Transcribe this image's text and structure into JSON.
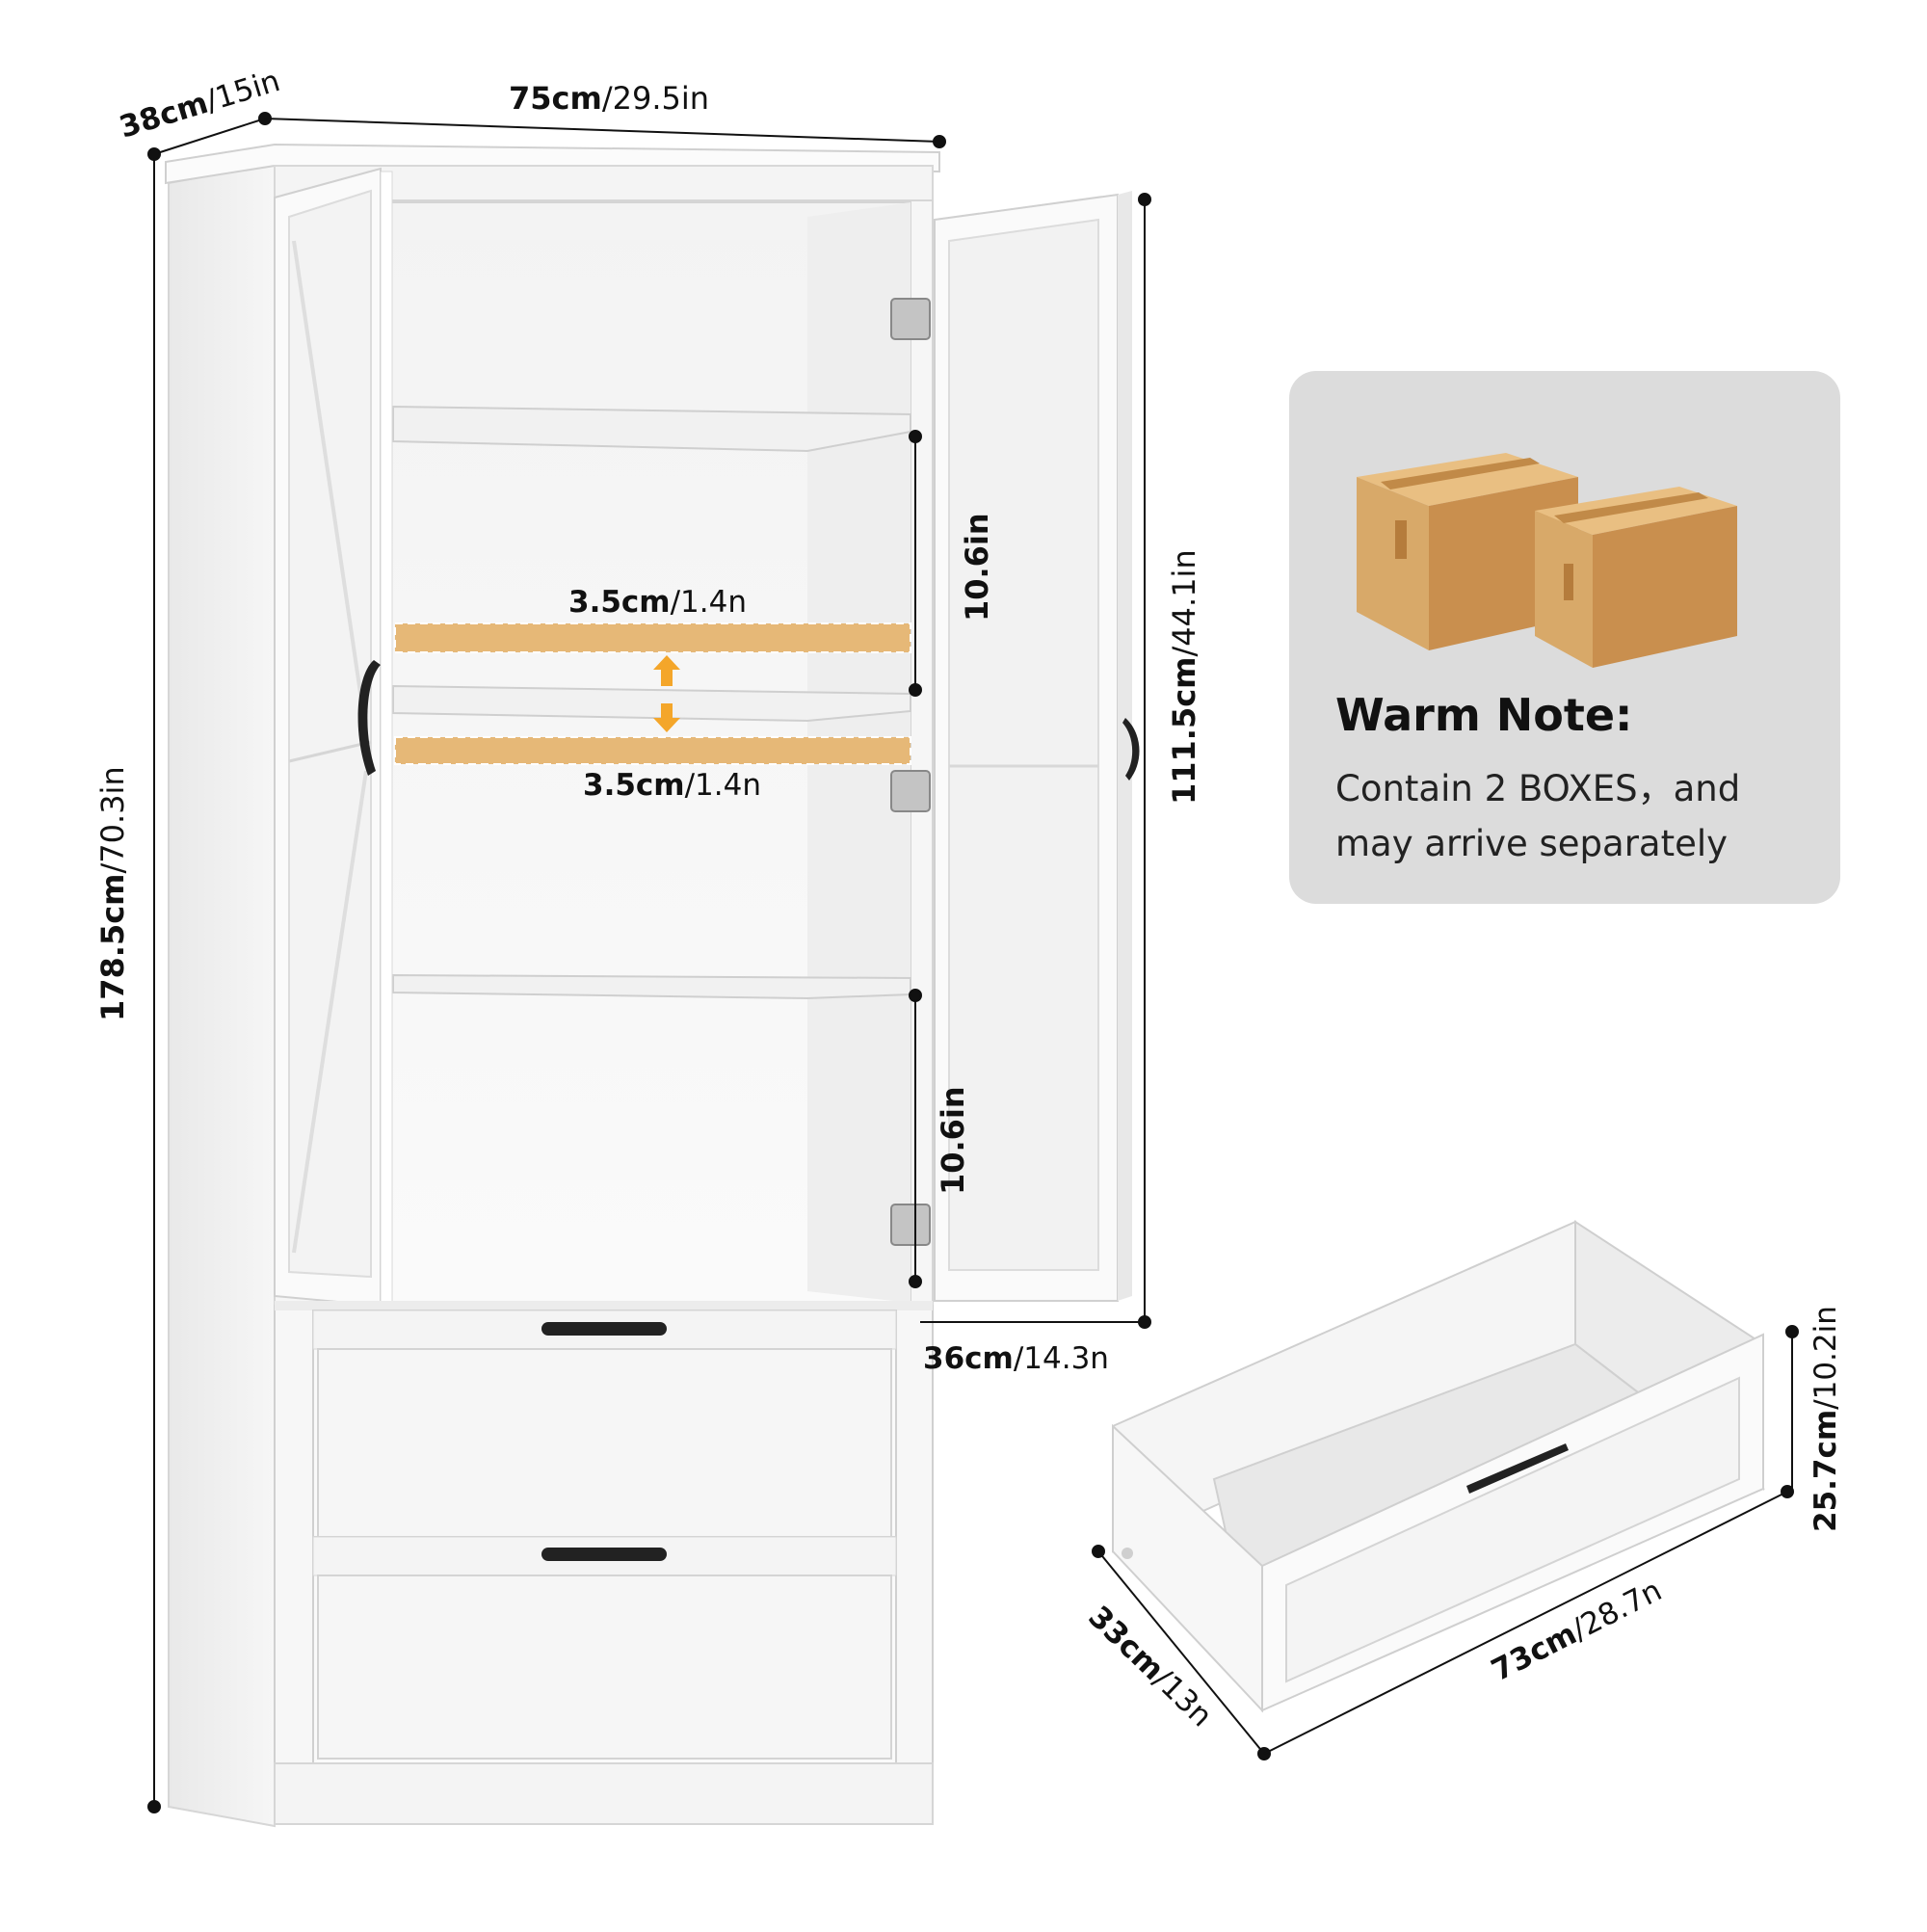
{
  "dimensions": {
    "depth": {
      "metric": "38cm",
      "imperial": "/15in"
    },
    "width": {
      "metric": "75cm",
      "imperial": "/29.5in"
    },
    "height": {
      "metric": "178.5cm",
      "imperial": "/70.3in"
    },
    "upper_height": {
      "metric": "111.5cm",
      "imperial": "/44.1in"
    },
    "shelf_gap_top": "10.6in",
    "shelf_gap_bottom": "10.6in",
    "shelf_adjust_up": {
      "metric": "3.5cm",
      "imperial": "/1.4n"
    },
    "shelf_adjust_down": {
      "metric": "3.5cm",
      "imperial": "/1.4n"
    },
    "inner_depth": {
      "metric": "36cm",
      "imperial": "/14.3n"
    },
    "drawer_depth": {
      "metric": "33cm",
      "imperial": "/13n"
    },
    "drawer_width": {
      "metric": "73cm",
      "imperial": "/28.7n"
    },
    "drawer_height": {
      "metric": "25.7cm",
      "imperial": "/10.2in"
    }
  },
  "note": {
    "title": "Warm Note:",
    "line1": "Contain 2 BOXES，and",
    "line2": "may arrive separately"
  },
  "colors": {
    "note_bg": "#dcdcdc",
    "shelf_highlight": "#e6b877",
    "arrow": "#f4a62a",
    "cabinet": "#f7f7f7",
    "box": "#d8a969"
  }
}
